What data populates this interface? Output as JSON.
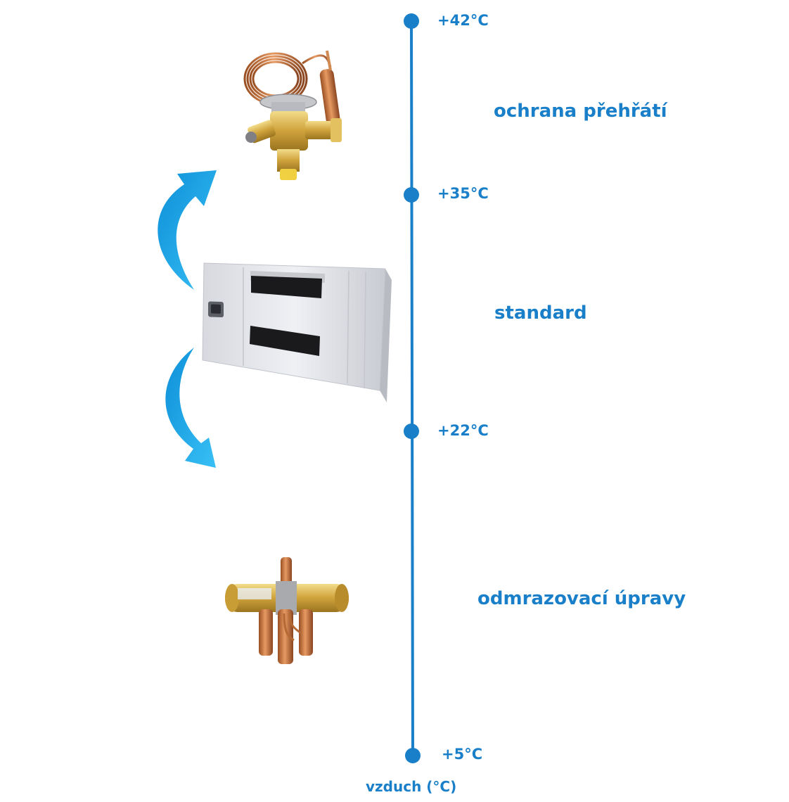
{
  "axis": {
    "label": "vzduch (°C)",
    "color": "#1a7fc9",
    "ticks": [
      {
        "value": "+42°C"
      },
      {
        "value": "+35°C"
      },
      {
        "value": "+22°C"
      },
      {
        "value": "+5°C"
      }
    ]
  },
  "zones": [
    {
      "label": "ochrana přehřátí"
    },
    {
      "label": "standard"
    },
    {
      "label": "odmrazovací úpravy"
    }
  ],
  "colors": {
    "arrow": "#1aa8ea",
    "copper": "#c8773e",
    "brass": "#d9b24a",
    "unit_body": "#e6e7ec"
  },
  "icons": {
    "expansion_valve": "expansion-valve-icon",
    "indoor_unit": "indoor-unit-icon",
    "reversing_valve": "reversing-valve-icon",
    "arrow_up": "arrow-curved-up-icon",
    "arrow_down": "arrow-curved-down-icon"
  }
}
